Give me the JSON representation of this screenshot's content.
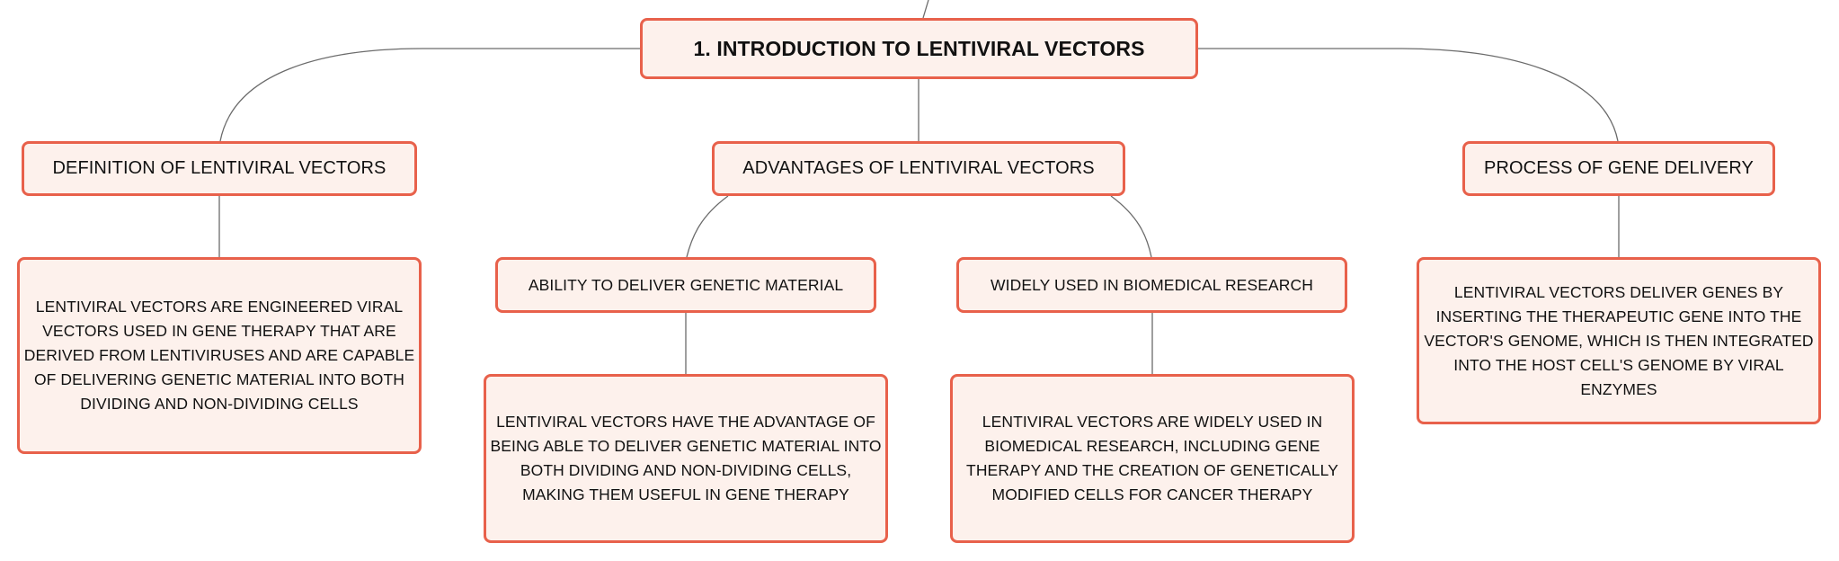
{
  "colors": {
    "node_fill": "#fdf1ec",
    "node_border": "#e8614b",
    "connector": "#6b6b6b",
    "text": "#111111"
  },
  "mindmap": {
    "root": {
      "label": "1. INTRODUCTION TO LENTIVIRAL VECTORS"
    },
    "definition": {
      "label": "DEFINITION OF LENTIVIRAL VECTORS",
      "detail": "LENTIVIRAL VECTORS ARE ENGINEERED VIRAL VECTORS USED IN GENE THERAPY THAT ARE DERIVED FROM LENTIVIRUSES AND ARE CAPABLE OF DELIVERING GENETIC MATERIAL INTO BOTH DIVIDING AND NON-DIVIDING CELLS"
    },
    "advantages": {
      "label": "ADVANTAGES OF LENTIVIRAL VECTORS",
      "ability": {
        "label": "ABILITY TO DELIVER GENETIC MATERIAL",
        "detail": "LENTIVIRAL VECTORS HAVE THE ADVANTAGE OF BEING ABLE TO DELIVER GENETIC MATERIAL INTO BOTH DIVIDING AND NON-DIVIDING CELLS, MAKING THEM USEFUL IN GENE THERAPY"
      },
      "research": {
        "label": "WIDELY USED IN BIOMEDICAL RESEARCH",
        "detail": "LENTIVIRAL VECTORS ARE WIDELY USED IN BIOMEDICAL RESEARCH, INCLUDING GENE THERAPY AND THE CREATION OF GENETICALLY MODIFIED CELLS FOR CANCER THERAPY"
      }
    },
    "process": {
      "label": "PROCESS OF GENE DELIVERY",
      "detail": "LENTIVIRAL VECTORS DELIVER GENES BY INSERTING THE THERAPEUTIC GENE INTO THE VECTOR'S GENOME, WHICH IS THEN INTEGRATED INTO THE HOST CELL'S GENOME BY VIRAL ENZYMES"
    }
  }
}
